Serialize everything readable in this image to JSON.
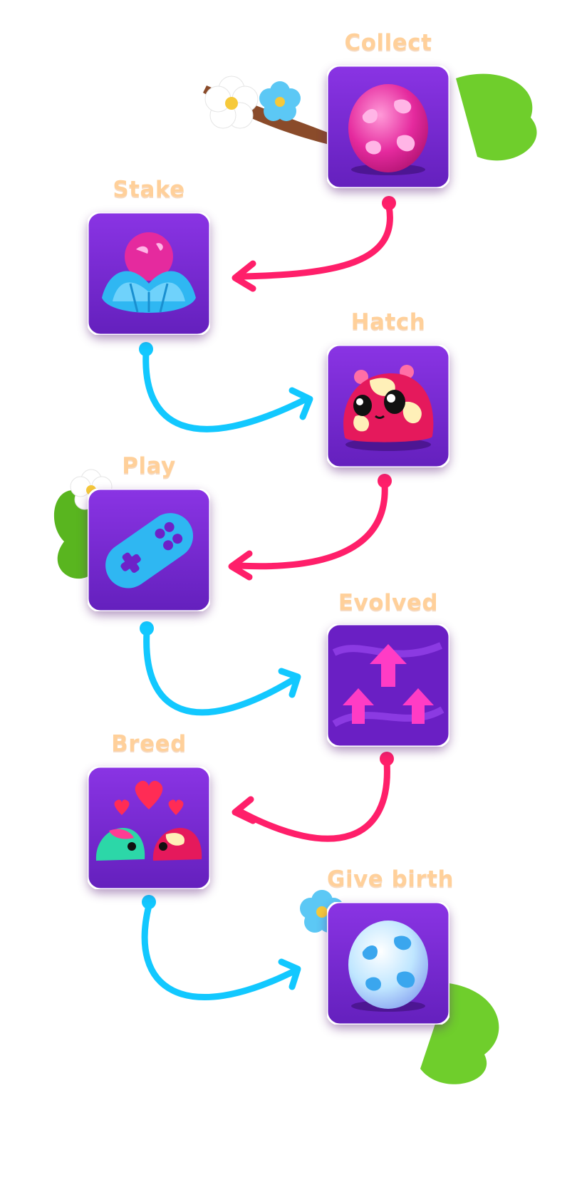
{
  "stages": [
    {
      "id": "collect",
      "label": "Collect",
      "icon": "pink-egg-icon"
    },
    {
      "id": "stake",
      "label": "Stake",
      "icon": "egg-in-nest-icon"
    },
    {
      "id": "hatch",
      "label": "Hatch",
      "icon": "pink-blob-creature-icon"
    },
    {
      "id": "play",
      "label": "Play",
      "icon": "gamepad-icon"
    },
    {
      "id": "evolved",
      "label": "Evolved",
      "icon": "up-arrows-icon"
    },
    {
      "id": "breed",
      "label": "Breed",
      "icon": "two-creatures-hearts-icon"
    },
    {
      "id": "give_birth",
      "label": "Give birth",
      "icon": "blue-egg-icon"
    }
  ],
  "colors": {
    "tile": "#7a2bd6",
    "tile_dark": "#5d1eb0",
    "label": "#ffd09a",
    "arrow_left": "#ff1f6a",
    "arrow_right": "#12c8ff",
    "leaf": "#6fce2c",
    "flower_blue": "#5cc8f5",
    "flower_white": "#ffffff"
  }
}
